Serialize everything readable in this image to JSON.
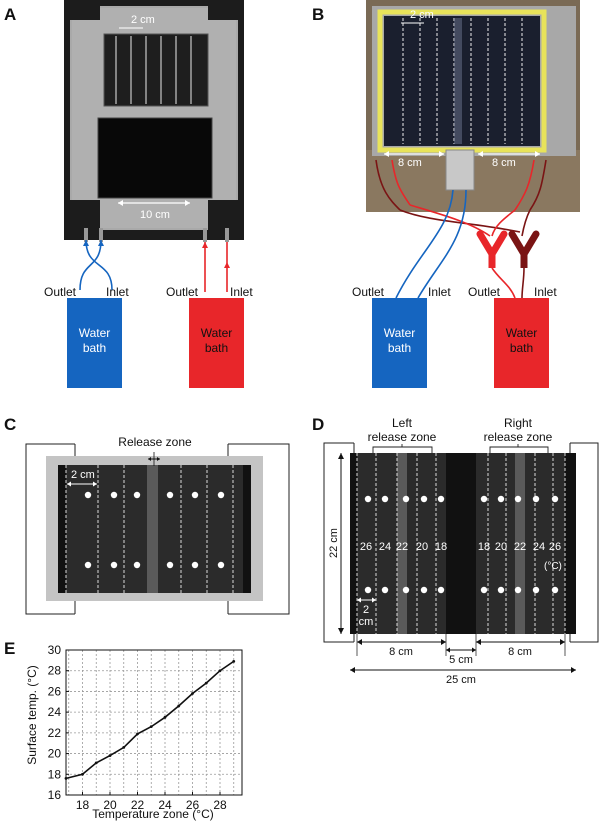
{
  "colors": {
    "blue": "#1565c0",
    "red": "#e8262a",
    "dark_red": "#7a1414",
    "plate": "#2b2b2b",
    "frame_gray": "#c4c4c4",
    "yellow_tape": "#e8e35a"
  },
  "panels": {
    "a": {
      "letter": "A",
      "top_scale": "2 cm",
      "bottom_scale": "10 cm",
      "outlet": "Outlet",
      "inlet": "Inlet",
      "outlet2": "Outlet",
      "inlet2": "Inlet",
      "bath_cold_line1": "Water",
      "bath_cold_line2": "bath",
      "bath_hot_line1": "Water",
      "bath_hot_line2": "bath"
    },
    "b": {
      "letter": "B",
      "top_scale": "2 cm",
      "left_scale": "8 cm",
      "right_scale": "8 cm",
      "outlet": "Outlet",
      "inlet": "Inlet",
      "outlet2": "Outlet",
      "inlet2": "Inlet",
      "bath_cold_line1": "Water",
      "bath_cold_line2": "bath",
      "bath_hot_line1": "Water",
      "bath_hot_line2": "bath"
    },
    "c": {
      "letter": "C",
      "release_zone": "Release zone",
      "scale": "2 cm"
    },
    "d": {
      "letter": "D",
      "left_zone_line1": "Left",
      "left_zone_line2": "release zone",
      "right_zone_line1": "Right",
      "right_zone_line2": "release zone",
      "height_label": "22 cm",
      "zone_scale_line1": "2",
      "zone_scale_line2": "cm",
      "left_width": "8 cm",
      "gap_width": "5 cm",
      "right_width": "8 cm",
      "total_width": "25 cm",
      "unit": "(°C)",
      "left_temps": [
        "26",
        "24",
        "22",
        "20",
        "18"
      ],
      "right_temps": [
        "18",
        "20",
        "22",
        "24",
        "26"
      ]
    },
    "e": {
      "letter": "E"
    }
  },
  "chart_data": {
    "type": "line",
    "xlabel": "Temperature zone (°C)",
    "ylabel": "Surface temp. (°C)",
    "xlim": [
      16.8,
      29.6
    ],
    "ylim": [
      16,
      30
    ],
    "xticks": [
      "18",
      "20",
      "22",
      "24",
      "26",
      "28"
    ],
    "yticks": [
      "16",
      "18",
      "20",
      "22",
      "24",
      "26",
      "28",
      "30"
    ],
    "x_grid": [
      17,
      18,
      19,
      20,
      21,
      22,
      23,
      24,
      25,
      26,
      27,
      28,
      29
    ],
    "y_grid": [
      16,
      18,
      20,
      22,
      24,
      26,
      28,
      30
    ],
    "grid": true,
    "series": [
      {
        "x": [
          16.8,
          18,
          19,
          20,
          21,
          22,
          23,
          24,
          25,
          26,
          27,
          28,
          29
        ],
        "y": [
          17.6,
          18.0,
          19.1,
          19.8,
          20.6,
          21.9,
          22.6,
          23.5,
          24.6,
          25.8,
          26.8,
          28.0,
          28.9
        ]
      }
    ]
  }
}
